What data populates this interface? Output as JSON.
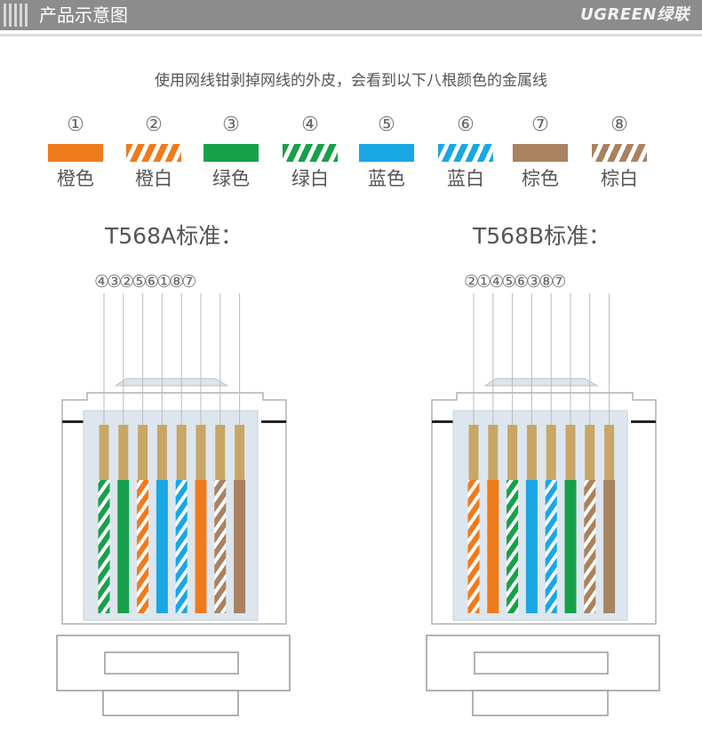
{
  "header": {
    "title": "产品示意图",
    "brand": "UGREEN绿联"
  },
  "instruction": "使用网线钳剥掉网线的外皮，会看到以下八根颜色的金属线",
  "colors": {
    "orange": "#f07b1c",
    "green": "#17a04a",
    "blue": "#19a7e6",
    "brown": "#a9825f",
    "gold": "#c9a665",
    "white": "#ffffff"
  },
  "wires": [
    {
      "num": "①",
      "label": "橙色",
      "color": "orange",
      "striped": false
    },
    {
      "num": "②",
      "label": "橙白",
      "color": "orange",
      "striped": true
    },
    {
      "num": "③",
      "label": "绿色",
      "color": "green",
      "striped": false
    },
    {
      "num": "④",
      "label": "绿白",
      "color": "green",
      "striped": true
    },
    {
      "num": "⑤",
      "label": "蓝色",
      "color": "blue",
      "striped": false
    },
    {
      "num": "⑥",
      "label": "蓝白",
      "color": "blue",
      "striped": true
    },
    {
      "num": "⑦",
      "label": "棕色",
      "color": "brown",
      "striped": false
    },
    {
      "num": "⑧",
      "label": "棕白",
      "color": "brown",
      "striped": true
    }
  ],
  "standards": [
    {
      "title": "T568A标准：",
      "sequence": "④③②⑤⑥①⑧⑦",
      "order": [
        4,
        3,
        2,
        5,
        6,
        1,
        8,
        7
      ]
    },
    {
      "title": "T568B标准：",
      "sequence": "②①④⑤⑥③⑧⑦",
      "order": [
        2,
        1,
        4,
        5,
        6,
        3,
        8,
        7
      ]
    }
  ]
}
